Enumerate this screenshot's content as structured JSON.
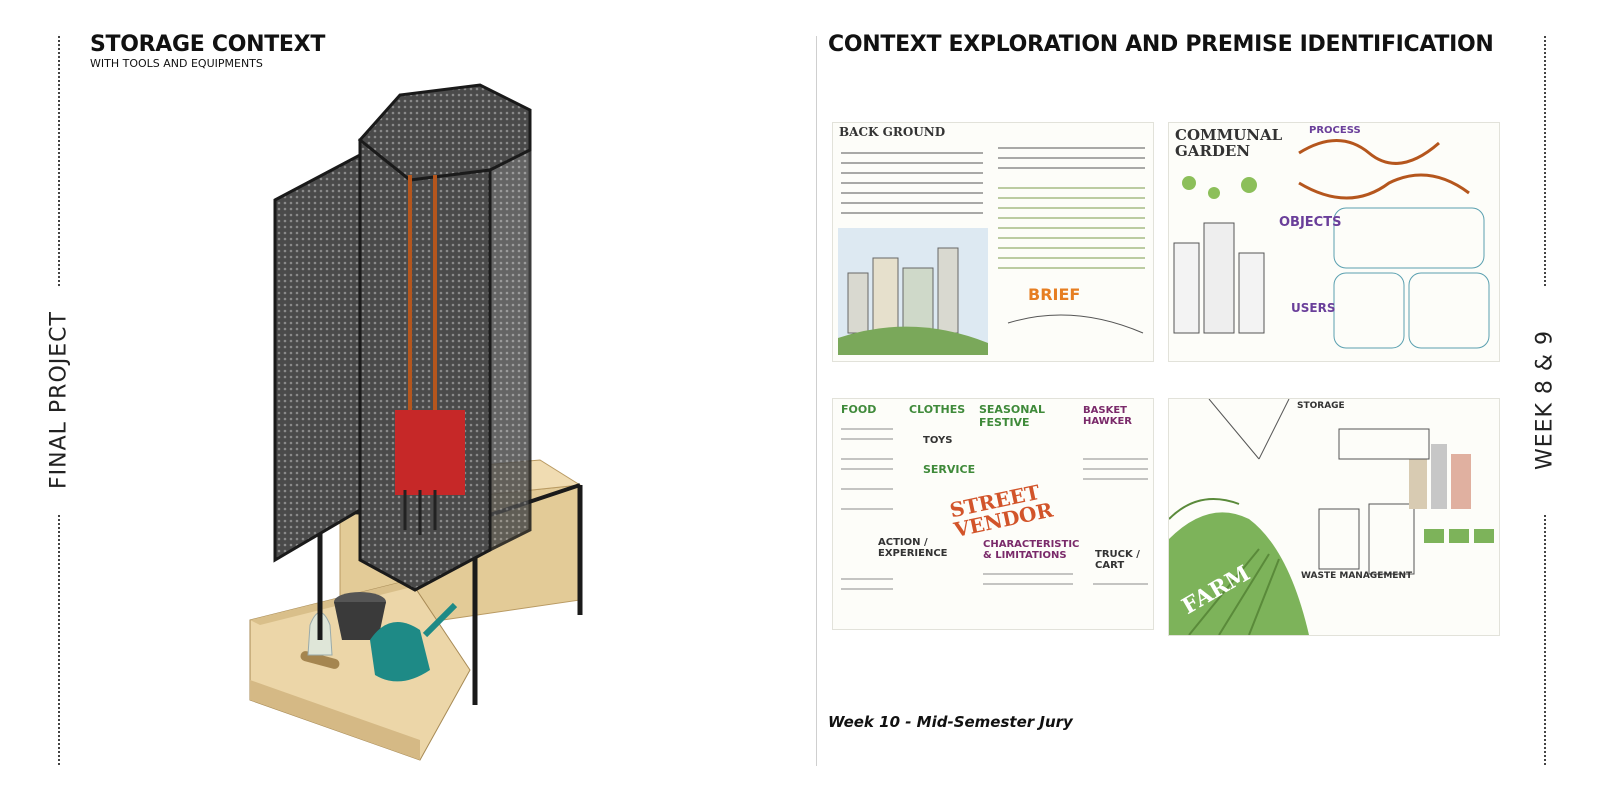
{
  "side_labels": {
    "left": "FINAL PROJECT",
    "right": "WEEK 8 & 9"
  },
  "left_panel": {
    "title": "STORAGE CONTEXT",
    "subtitle": "WITH TOOLS AND EQUIPMENTS"
  },
  "right_panel": {
    "title": "CONTEXT EXPLORATION AND PREMISE IDENTIFICATION",
    "footer": "Week 10 - Mid-Semester Jury",
    "sheets": {
      "background": {
        "title": "BACK GROUND",
        "brief": "BRIEF"
      },
      "communal": {
        "title": "COMMUNAL GARDEN",
        "process": "PROCESS",
        "objects": "OBJECTS",
        "users": "USERS"
      },
      "vendor": {
        "title": "STREET VENDOR",
        "food": "FOOD",
        "clothes": "CLOTHES",
        "seasonal": "SEASONAL FESTIVE",
        "hawker": "BASKET HAWKER",
        "service": "SERVICE",
        "toys": "TOYS",
        "action": "ACTION / EXPERIENCE",
        "limits": "CHARACTERISTIC & LIMITATIONS",
        "truck": "TRUCK / CART"
      },
      "farm": {
        "title": "FARM",
        "storage": "STORAGE",
        "waste": "WASTE MANAGEMENT"
      }
    }
  },
  "colors": {
    "wood": "#e8d3a6",
    "mesh": "#3d3d3d",
    "spade": "#c62828",
    "can": "#1e8a86",
    "frame": "#1a1a1a"
  }
}
